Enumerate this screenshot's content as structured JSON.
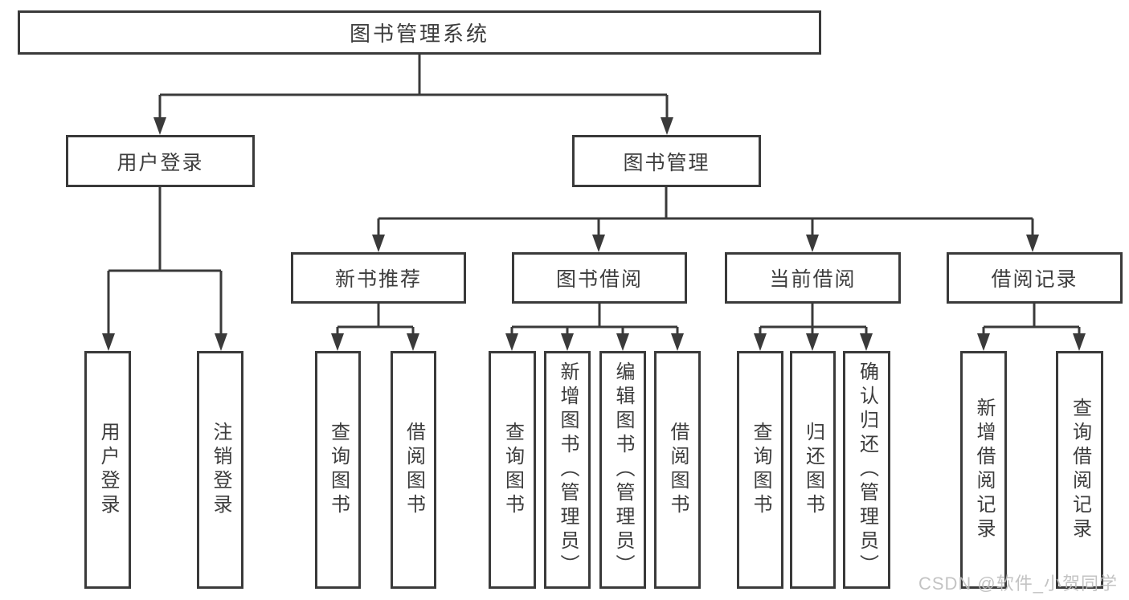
{
  "diagram": {
    "type": "hierarchy-diagram",
    "colors": {
      "line": "#3a3a3a",
      "text": "#3d3d3d",
      "box_background": "#ffffff",
      "watermark": "#bdbdbd"
    },
    "root": {
      "label": "图书管理系统"
    },
    "branches": [
      {
        "label": "用户登录",
        "children": [
          {
            "label": "用户登录"
          },
          {
            "label": "注销登录"
          }
        ]
      },
      {
        "label": "图书管理",
        "children": [
          {
            "label": "新书推荐",
            "children": [
              {
                "label": "查询图书"
              },
              {
                "label": "借阅图书"
              }
            ]
          },
          {
            "label": "图书借阅",
            "children": [
              {
                "label": "查询图书"
              },
              {
                "label": "新增图书（管理员）"
              },
              {
                "label": "编辑图书（管理员）"
              },
              {
                "label": "借阅图书"
              }
            ]
          },
          {
            "label": "当前借阅",
            "children": [
              {
                "label": "查询图书"
              },
              {
                "label": "归还图书"
              },
              {
                "label": "确认归还（管理员）"
              }
            ]
          },
          {
            "label": "借阅记录",
            "children": [
              {
                "label": "新增借阅记录"
              },
              {
                "label": "查询借阅记录"
              }
            ]
          }
        ]
      }
    ],
    "watermark": "CSDN @软件_小贺同学"
  }
}
